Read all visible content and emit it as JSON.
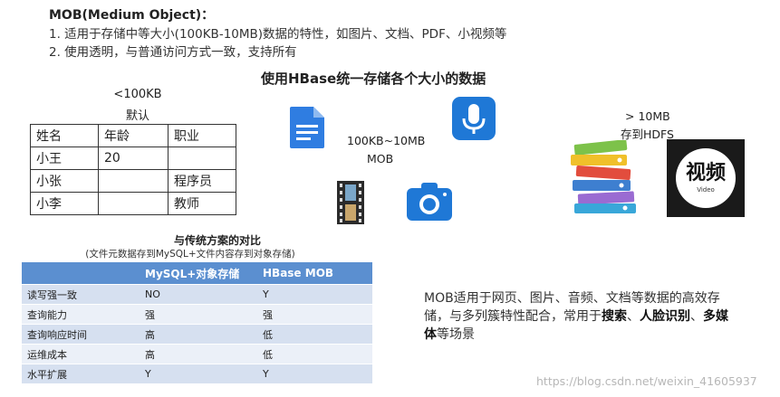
{
  "header": {
    "title": "MOB(Medium Object)：",
    "bullets": [
      "1.  适用于存储中等大小(100KB-10MB)数据的特性，如图片、文档、PDF、小视频等",
      "2.  使用透明，与普通访问方式一致，支持所有"
    ],
    "main_title": "使用HBase统一存储各个大小的数据"
  },
  "left_block": {
    "size_label": "<100KB",
    "default_label": "默认",
    "table": {
      "headers": [
        "姓名",
        "年龄",
        "职业"
      ],
      "rows": [
        [
          "小王",
          "20",
          ""
        ],
        [
          "小张",
          "",
          "程序员"
        ],
        [
          "小李",
          "",
          "教师"
        ]
      ]
    }
  },
  "middle_block": {
    "size_label": "100KB~10MB",
    "type_label": "MOB",
    "icons": [
      "document-icon",
      "microphone-icon",
      "film-icon",
      "camera-icon"
    ]
  },
  "right_block": {
    "size_label": "> 10MB",
    "storage_label": "存到HDFS",
    "icons": [
      "binders-icon",
      "video-icon"
    ],
    "video_icon_text": "视频",
    "video_icon_sub": "Video"
  },
  "comparison": {
    "title": "与传统方案的对比",
    "subtitle": "(文件元数据存到MySQL+文件内容存到对象存储)",
    "headers": [
      "",
      "MySQL+对象存储",
      "HBase MOB"
    ],
    "rows": [
      [
        "读写强一致",
        "NO",
        "Y"
      ],
      [
        "查询能力",
        "强",
        "强"
      ],
      [
        "查询响应时间",
        "高",
        "低"
      ],
      [
        "运维成本",
        "高",
        "低"
      ],
      [
        "水平扩展",
        "Y",
        "Y"
      ]
    ]
  },
  "description": {
    "prefix": "MOB适用于网页、图片、音频、文档等数据的高效存储，与多列簇特性配合，常用于",
    "b1": "搜索",
    "sep1": "、",
    "b2": "人脸识别",
    "sep2": "、",
    "b3": "多媒体",
    "suffix": "等场景"
  },
  "watermark": "https://blog.csdn.net/weixin_41605937",
  "colors": {
    "table_header": "#5b8fd0",
    "row_odd": "#d6e0f0",
    "row_even": "#ebf0f8",
    "doc_blue": "#2f7de1"
  }
}
